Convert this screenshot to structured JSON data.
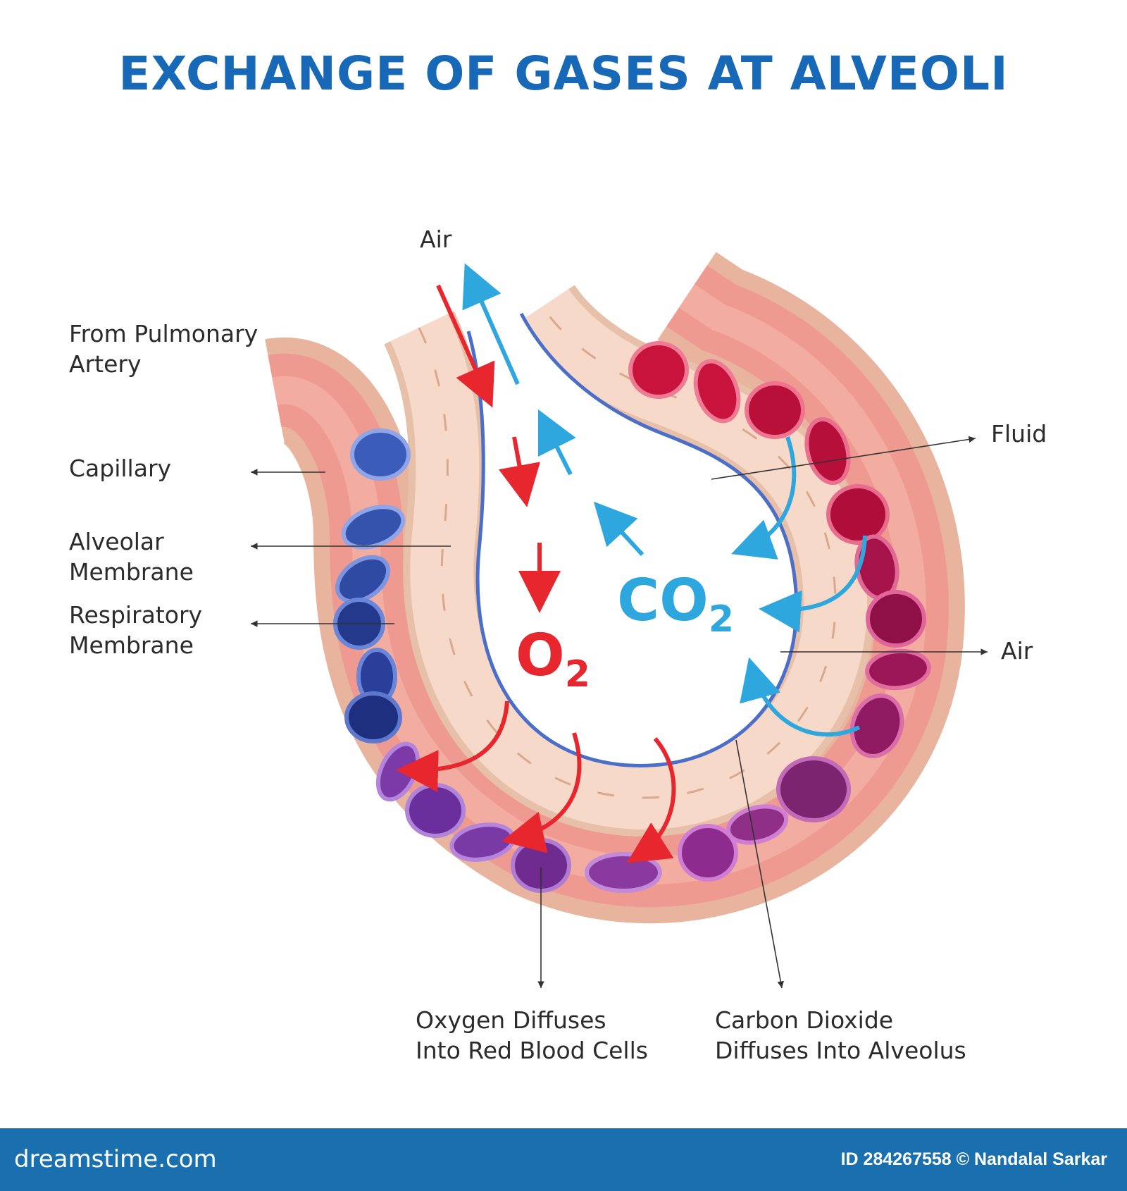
{
  "title": "EXCHANGE OF GASES AT ALVEOLI",
  "labels": {
    "air_top": "Air",
    "from_pulmonary_artery": "From Pulmonary\nArtery",
    "capillary": "Capillary",
    "alveolar_membrane": "Alveolar\nMembrane",
    "respiratory_membrane": "Respiratory\nMembrane",
    "fluid": "Fluid",
    "air_right": "Air",
    "oxygen_diffuses": "Oxygen Diffuses\nInto Red Blood Cells",
    "co2_diffuses": "Carbon Dioxide\nDiffuses Into Alveolus"
  },
  "formulas": {
    "co2_main": "CO",
    "co2_sub": "2",
    "o2_main": "O",
    "o2_sub": "2"
  },
  "colors": {
    "title": "#1769b8",
    "oxygen_arrow": "#e8262e",
    "co2_arrow": "#2ea7df",
    "vessel": "#ee9a90",
    "tissue": "#f6d9c8",
    "membrane": "#4b6fc8",
    "deoxygenated_cell": "#2a3f9a",
    "oxygenated_cell": "#c8143c",
    "footer": "#1a6fae"
  },
  "footer": {
    "brand": "dreamstime.com",
    "id_text": "ID 284267558 © Nandalal Sarkar"
  }
}
